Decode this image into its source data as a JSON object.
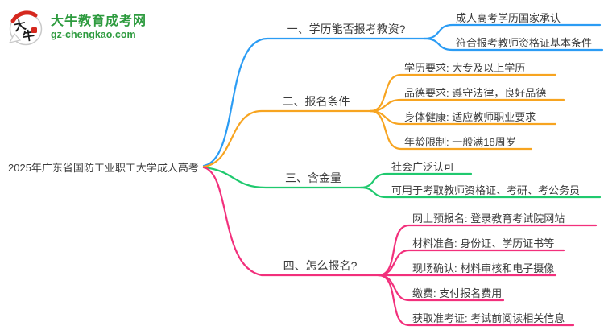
{
  "logo": {
    "site_name": "大牛教育成考网",
    "site_url": "gz-chengkao.com",
    "icon_char_1": "大",
    "icon_char_2": "牛",
    "brand_green": "#2e9b3f",
    "brand_red": "#d5281e"
  },
  "root": {
    "label": "2025年广东省国防工业职工大学成人高考"
  },
  "branches": [
    {
      "label": "一、学历能否报考教资?",
      "color": "#2b9cf4",
      "children": [
        "成人高考学历国家承认",
        "符合报考教师资格证基本条件"
      ]
    },
    {
      "label": "二、报名条件",
      "color": "#f7a420",
      "children": [
        "学历要求: 大专及以上学历",
        "品德要求: 遵守法律，良好品德",
        "身体健康: 适应教师职业要求",
        "年龄限制: 一般满18周岁"
      ]
    },
    {
      "label": "三、含金量",
      "color": "#1fc96e",
      "children": [
        "社会广泛认可",
        "可用于考取教师资格证、考研、考公务员"
      ]
    },
    {
      "label": "四、怎么报名?",
      "color": "#f2307c",
      "children": [
        "网上预报名: 登录教育考试院网站",
        "材料准备: 身份证、学历证书等",
        "现场确认: 材料审核和电子摄像",
        "缴费: 支付报名费用",
        "获取准考证: 考试前阅读相关信息"
      ]
    }
  ]
}
